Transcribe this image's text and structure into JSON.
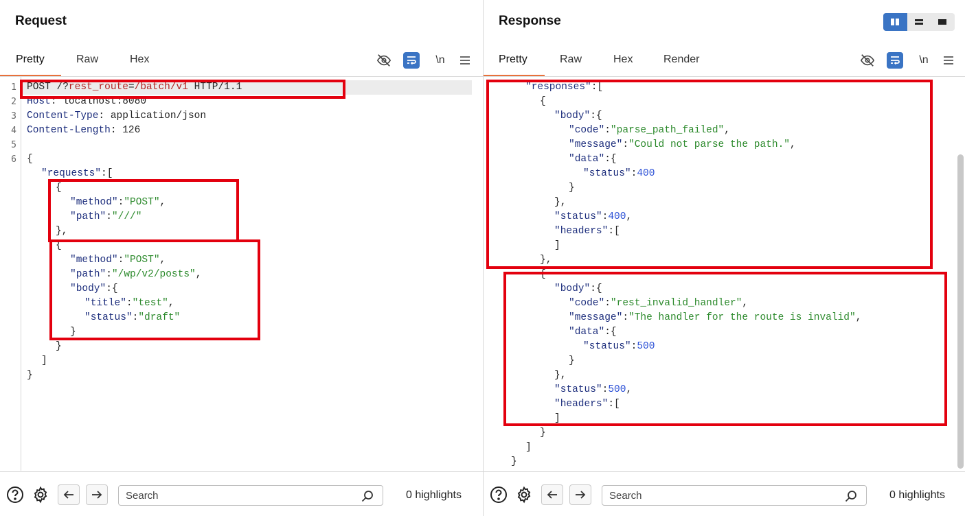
{
  "request": {
    "title": "Request",
    "tabs": [
      "Pretty",
      "Raw",
      "Hex"
    ],
    "active_tab": "Pretty",
    "toolbar": {
      "hide_icon": "eye-slash-icon",
      "wrap_icon": "word-wrap-icon",
      "newline_label": "\\n",
      "menu_icon": "hamburger-icon"
    },
    "line_numbers": [
      "1",
      "2",
      "3",
      "4",
      "5",
      "6"
    ],
    "lines": {
      "l1_method": "POST ",
      "l1_path_a": "/?",
      "l1_param": "rest_route",
      "l1_eq": "=",
      "l1_value": "/batch/v1",
      "l1_proto": " HTTP/1.1",
      "l2_name": "Host",
      "l2_value": ": localhost:8080",
      "l3_name": "Content-Type",
      "l3_value": ": application/json",
      "l4_name": "Content-Length",
      "l4_value": ": 126",
      "b_open": "{",
      "b_requests_key": "\"requests\"",
      "b_requests_open": ":[",
      "b_obj_open": "{",
      "b_method_key": "\"method\"",
      "b_method_val": "\"POST\"",
      "b_path_key": "\"path\"",
      "b_path_val_1": "\"///\"",
      "b_obj_close_comma": "},",
      "b_path_val_2": "\"/wp/v2/posts\"",
      "b_body_key": "\"body\"",
      "b_body_open": ":{",
      "b_title_key": "\"title\"",
      "b_title_val": "\"test\"",
      "b_status_key": "\"status\"",
      "b_status_val": "\"draft\"",
      "b_close": "}",
      "b_arr_close": "]",
      "colon": ":",
      "comma": ","
    }
  },
  "response": {
    "title": "Response",
    "tabs": [
      "Pretty",
      "Raw",
      "Hex",
      "Render"
    ],
    "active_tab": "Pretty",
    "view_toggle": [
      "split-view-icon",
      "horizontal-view-icon",
      "single-view-icon"
    ],
    "lines": {
      "responses_key": "\"responses\"",
      "arr_open": ":[",
      "obj_open": "{",
      "body_key": "\"body\"",
      "body_open": ":{",
      "code_key": "\"code\"",
      "code_val_1": "\"parse_path_failed\"",
      "message_key": "\"message\"",
      "message_val_1": "\"Could not parse the path.\"",
      "data_key": "\"data\"",
      "status_key": "\"status\"",
      "status_val_1": "400",
      "headers_key": "\"headers\"",
      "code_val_2": "\"rest_invalid_handler\"",
      "message_val_2": "\"The handler for the route is invalid\"",
      "status_val_2": "500",
      "close": "}",
      "close_comma": "},",
      "arr_close": "]",
      "arr_close_comma": "],",
      "colon": ":",
      "comma": ","
    }
  },
  "footer": {
    "help_icon": "help-circle-icon",
    "settings_icon": "gear-icon",
    "back_icon": "arrow-left-icon",
    "forward_icon": "arrow-right-icon",
    "search_placeholder": "Search",
    "highlights": "0 highlights"
  },
  "colors": {
    "accent": "#3a74c4",
    "tab_underline": "#e8703a",
    "annotation": "#e3000e",
    "string": "#2c8a2c",
    "key": "#1c2d7c",
    "number": "#2a4fd6",
    "param_value": "#b22222"
  }
}
